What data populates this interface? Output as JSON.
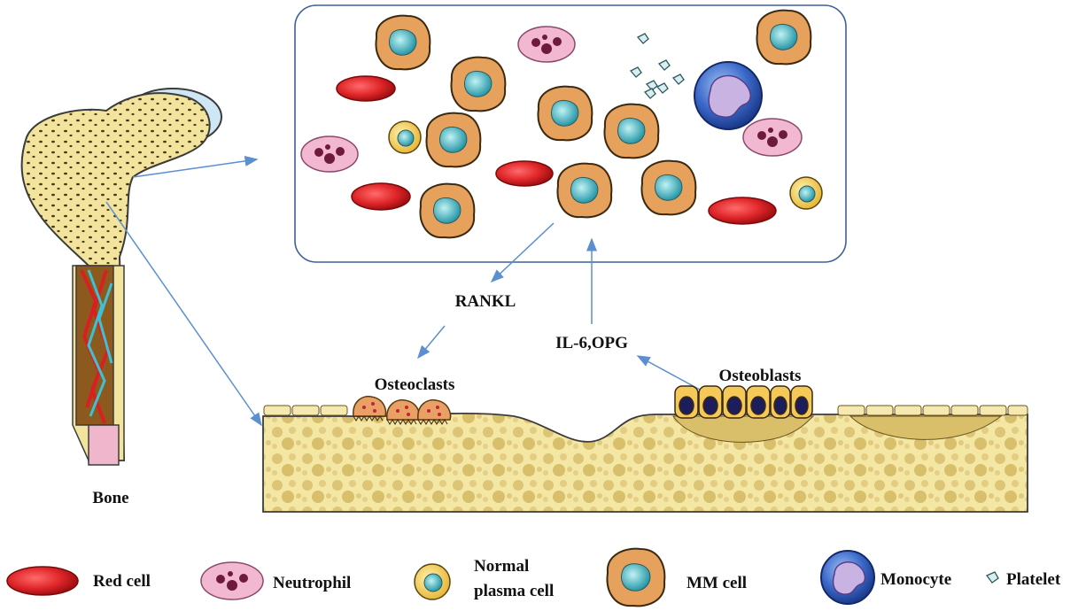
{
  "labels": {
    "rankl": "RANKL",
    "il6_opg": "IL-6,OPG",
    "osteoclasts": "Osteoclasts",
    "osteoblasts": "Osteoblasts",
    "bone": "Bone"
  },
  "legend": {
    "red_cell": "Red cell",
    "neutrophil": "Neutrophil",
    "normal_plasma_line1": "Normal",
    "normal_plasma_line2": "plasma cell",
    "mm_cell": "MM cell",
    "monocyte": "Monocyte",
    "platelet": "Platelet"
  },
  "colors": {
    "bone": "#f3e6a0",
    "bone_pore": "#d9bf6a",
    "red_cell": "#e0272a",
    "mm_cell": "#e6a15d",
    "mm_nucleus": "#3aa7b5",
    "neutrophil": "#f2b8d2",
    "plasma": "#f4d35e",
    "monocyte": "#3a68c8",
    "arrow": "#5b8fd0"
  }
}
